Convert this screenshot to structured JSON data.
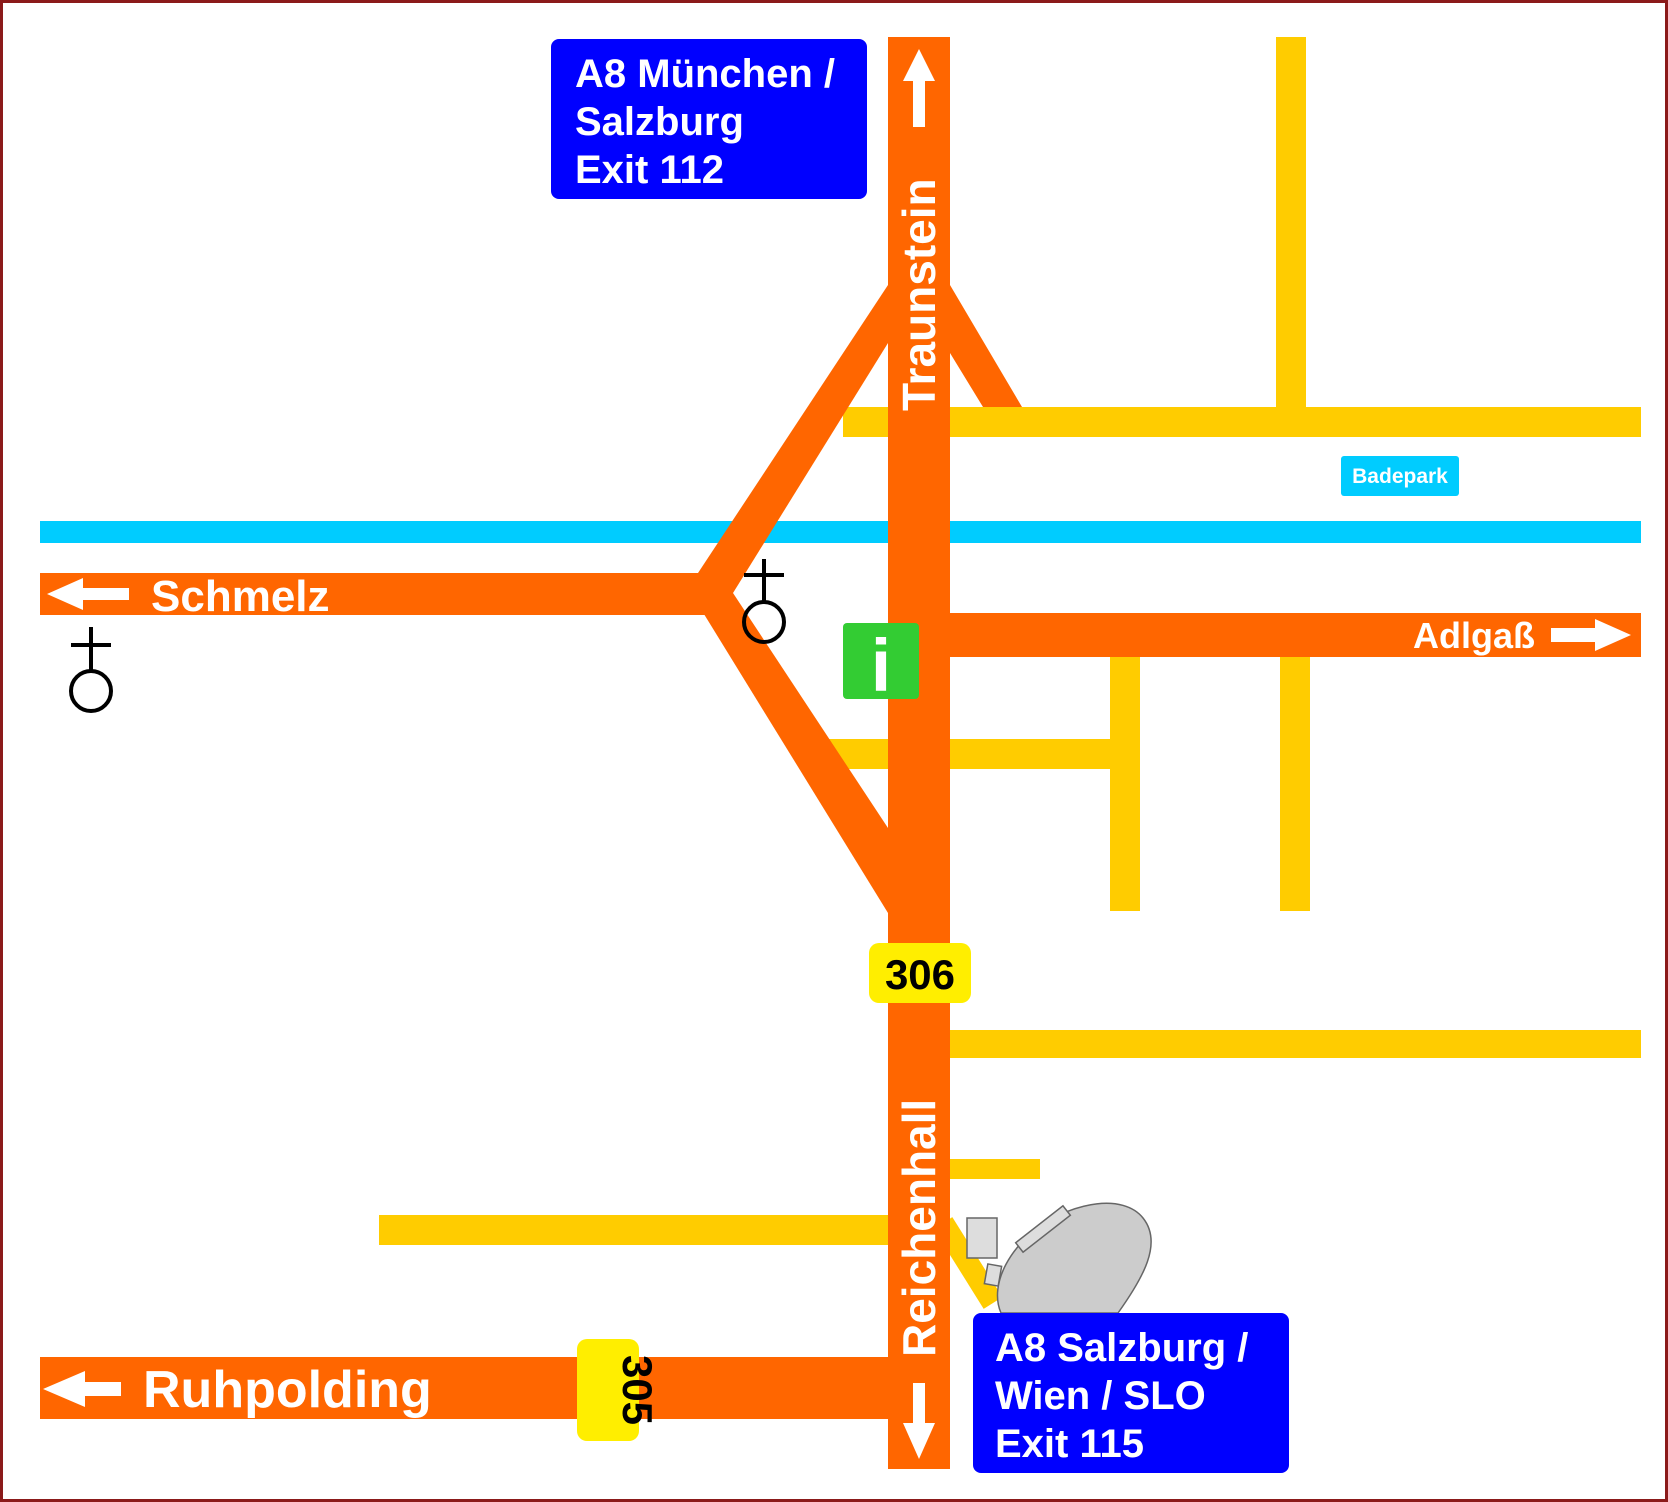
{
  "colors": {
    "border": "#8b1a1a",
    "main_road": "#ff6600",
    "side_road": "#ffcc00",
    "river": "#00ccff",
    "motorway_sign": "#0000ff",
    "info_green": "#33cc33",
    "route_badge": "#ffee00",
    "poi_badge": "#00ccff",
    "building": "#cccccc"
  },
  "signs": {
    "top": {
      "line1": "A8 München /",
      "line2": "Salzburg",
      "line3": "Exit 112"
    },
    "bottom": {
      "line1": "A8 Salzburg /",
      "line2": "Wien / SLO",
      "line3": "Exit 115"
    }
  },
  "roads": {
    "north": "Traunstein",
    "south": "Reichenhall",
    "west_upper": "Schmelz",
    "east": "Adlgaß",
    "west_lower": "Ruhpolding"
  },
  "route_numbers": {
    "main": "306",
    "west": "305"
  },
  "poi": {
    "badepark": "Badepark",
    "info": "i"
  },
  "icons": [
    "arrow-up-icon",
    "arrow-down-icon",
    "arrow-left-icon",
    "arrow-right-icon",
    "church-icon",
    "info-icon"
  ]
}
